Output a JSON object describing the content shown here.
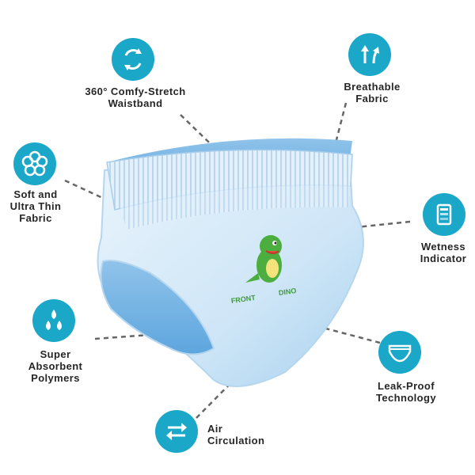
{
  "features": [
    {
      "id": "waistband",
      "icon": "rotate-arrows-icon",
      "lines": [
        "360° Comfy-Stretch",
        "Waistband"
      ]
    },
    {
      "id": "breathable",
      "icon": "air-arrows-icon",
      "lines": [
        "Breathable",
        "Fabric"
      ]
    },
    {
      "id": "soft",
      "icon": "cotton-flower-icon",
      "lines": [
        "Soft and",
        "Ultra Thin",
        "Fabric"
      ]
    },
    {
      "id": "wetness",
      "icon": "wetness-indicator-icon",
      "lines": [
        "Wetness",
        "Indicator"
      ]
    },
    {
      "id": "absorbent",
      "icon": "water-drops-icon",
      "lines": [
        "Super",
        "Absorbent",
        "Polymers"
      ]
    },
    {
      "id": "leakproof",
      "icon": "diaper-icon",
      "lines": [
        "Leak-Proof",
        "Technology"
      ]
    },
    {
      "id": "air",
      "icon": "exchange-arrows-icon",
      "lines": [
        "Air",
        "Circulation"
      ]
    }
  ],
  "diaper_print": {
    "front_text": "FRONT",
    "dino_text": "DINO"
  },
  "colors": {
    "accent": "#1aa7c8",
    "leader": "#666666",
    "diaper": "#cfe6f7"
  }
}
